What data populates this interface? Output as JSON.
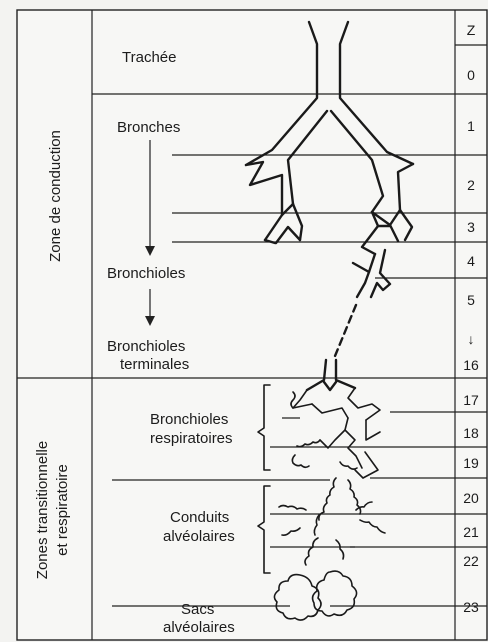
{
  "zones": {
    "conduction": "Zone de conduction",
    "transition_line1": "Zones transitionnelle",
    "transition_line2": "et respiratoire"
  },
  "labels": {
    "trachee": "Trachée",
    "bronches": "Bronches",
    "bronchioles": "Bronchioles",
    "bronchioles_term_1": "Bronchioles",
    "bronchioles_term_2": "terminales",
    "bronchioles_resp_1": "Bronchioles",
    "bronchioles_resp_2": "respiratoires",
    "conduits_1": "Conduits",
    "conduits_2": "alvéolaires",
    "sacs_1": "Sacs",
    "sacs_2": "alvéolaires"
  },
  "z_column": {
    "header": "Z",
    "levels": [
      "0",
      "1",
      "2",
      "3",
      "4",
      "5",
      "16",
      "17",
      "18",
      "19",
      "20",
      "21",
      "22",
      "23"
    ],
    "arrow": "↓"
  }
}
